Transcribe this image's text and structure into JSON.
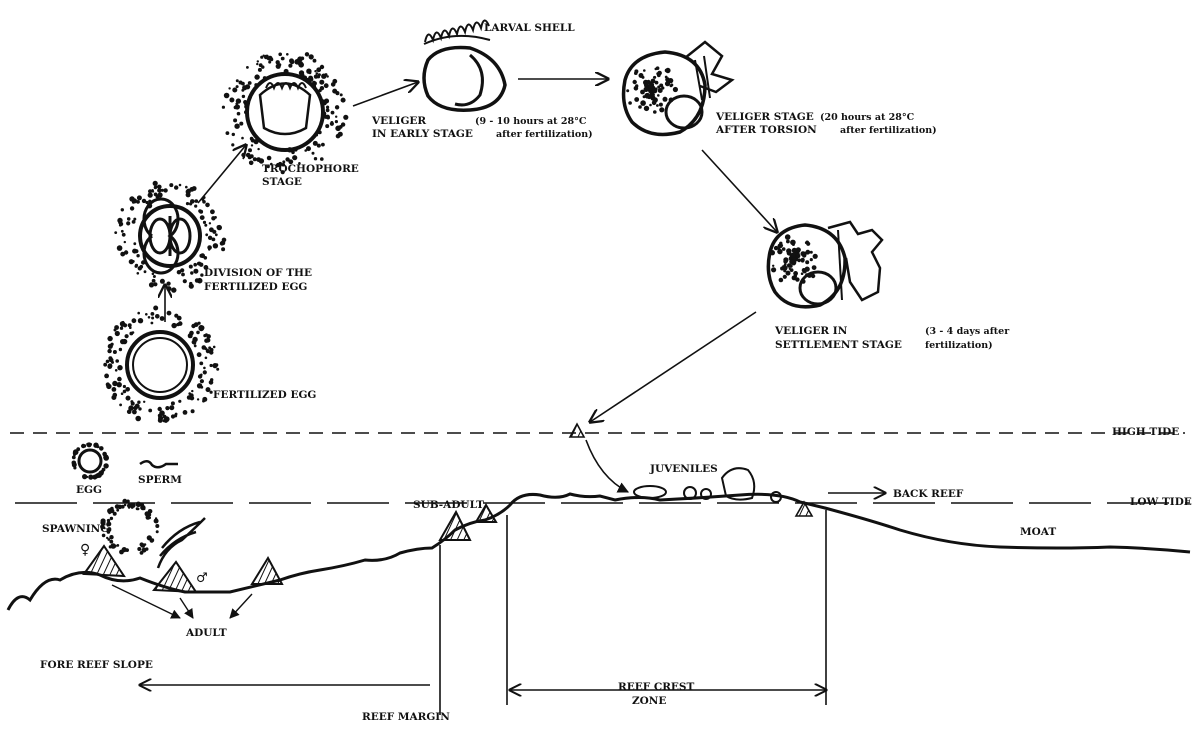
{
  "labels": {
    "larval_shell": "LARVAL SHELL",
    "veliger_early_1": "VELIGER",
    "veliger_early_2": "IN EARLY STAGE",
    "veliger_early_time_1": "(9 - 10 hours at 28°C",
    "veliger_early_time_2": "after fertilization)",
    "veliger_torsion_1": "VELIGER STAGE",
    "veliger_torsion_2": "AFTER TORSION",
    "veliger_torsion_time_1": "(20 hours at 28°C",
    "veliger_torsion_time_2": "after fertilization)",
    "trochophore_1": "TROCHOPHORE",
    "trochophore_2": "STAGE",
    "division_1": "DIVISION OF THE",
    "division_2": "FERTILIZED EGG",
    "fertilized_egg": "FERTILIZED EGG",
    "settlement_1": "VELIGER IN",
    "settlement_2": "SETTLEMENT STAGE",
    "settlement_time_1": "(3 - 4 days after",
    "settlement_time_2": "fertilization)",
    "high_tide": "HIGH TIDE",
    "low_tide": "LOW TIDE",
    "egg": "EGG",
    "sperm": "SPERM",
    "spawning": "SPAWNING",
    "female_symbol": "♀",
    "male_symbol": "♂",
    "adult": "ADULT",
    "sub_adult": "SUB-ADULT",
    "juveniles": "JUVENILES",
    "back_reef": "BACK REEF",
    "moat": "MOAT",
    "fore_reef_slope": "FORE REEF SLOPE",
    "reef_margin": "REEF MARGIN",
    "reef_crest_1": "REEF CREST",
    "reef_crest_2": "ZONE"
  }
}
